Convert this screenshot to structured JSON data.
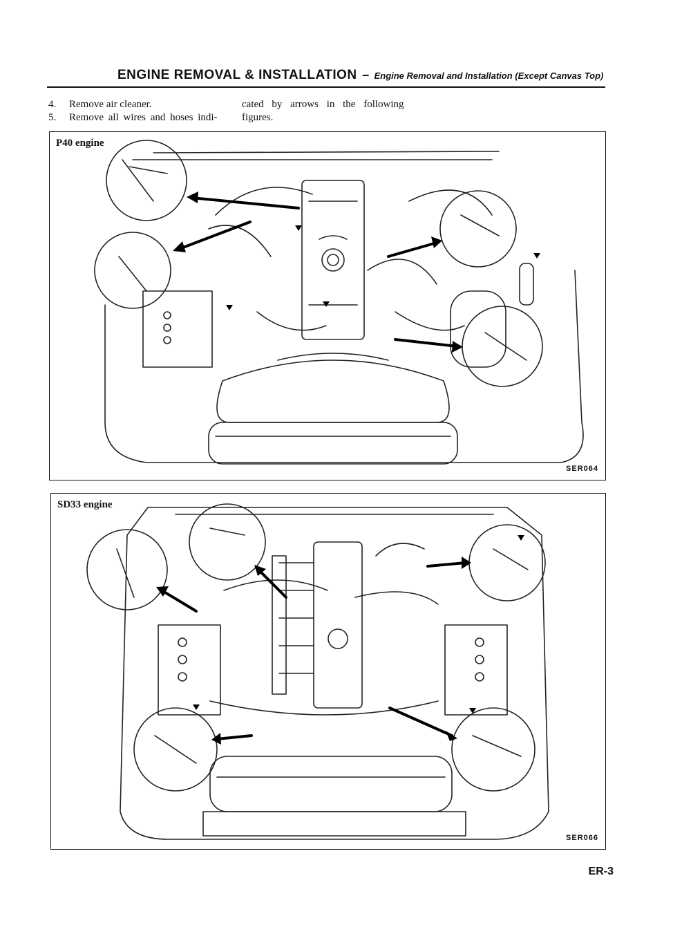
{
  "header": {
    "title": "ENGINE REMOVAL & INSTALLATION",
    "separator": "–",
    "subtitle": "Engine Removal and Installation (Except Canvas Top)"
  },
  "instructions": {
    "step4_num": "4.",
    "step4_text": "Remove air cleaner.",
    "step5_num": "5.",
    "step5_text": "Remove all wires and hoses indi-",
    "cont_line1": "cated by arrows in the following",
    "cont_line2": "figures."
  },
  "figures": [
    {
      "label": "P40 engine",
      "code": "SER064"
    },
    {
      "label": "SD33 engine",
      "code": "SER066"
    }
  ],
  "footer": {
    "page_number": "ER-3"
  }
}
